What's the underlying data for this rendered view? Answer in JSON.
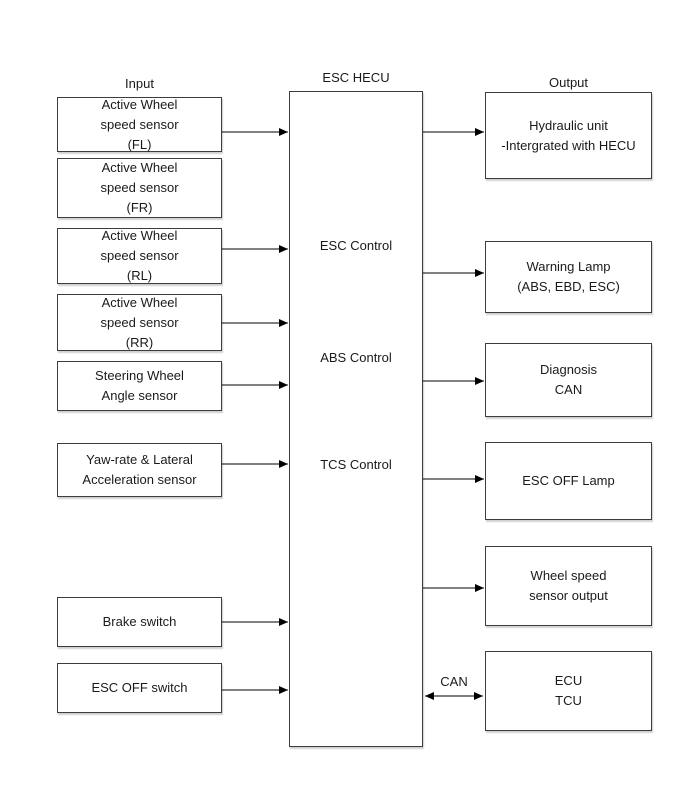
{
  "titles": {
    "input": "Input",
    "hecu": "ESC HECU",
    "output": "Output"
  },
  "hecu": {
    "controls": [
      "ESC Control",
      "ABS Control",
      "TCS Control"
    ]
  },
  "can_label": "CAN",
  "inputs": [
    {
      "lines": [
        "Active Wheel",
        "speed sensor",
        "(FL)"
      ]
    },
    {
      "lines": [
        "Active Wheel",
        "speed sensor",
        "(FR)"
      ]
    },
    {
      "lines": [
        "Active Wheel",
        "speed sensor",
        "(RL)"
      ]
    },
    {
      "lines": [
        "Active Wheel",
        "speed sensor",
        "(RR)"
      ]
    },
    {
      "lines": [
        "Steering Wheel",
        "Angle sensor"
      ]
    },
    {
      "lines": [
        "Yaw-rate & Lateral",
        "Acceleration sensor"
      ]
    },
    {
      "lines": [
        "Brake switch"
      ]
    },
    {
      "lines": [
        "ESC OFF switch"
      ]
    }
  ],
  "outputs": [
    {
      "lines": [
        "Hydraulic unit",
        "-Intergrated with HECU"
      ]
    },
    {
      "lines": [
        "Warning Lamp",
        "(ABS, EBD, ESC)"
      ]
    },
    {
      "lines": [
        "Diagnosis",
        "CAN"
      ]
    },
    {
      "lines": [
        "ESC OFF Lamp"
      ]
    },
    {
      "lines": [
        "Wheel speed",
        "sensor output"
      ]
    },
    {
      "lines": [
        "ECU",
        "TCU"
      ]
    }
  ],
  "colors": {
    "background": "#ffffff",
    "border": "#3d3d3d",
    "line": "#000000",
    "text": "#1a1a1a"
  }
}
